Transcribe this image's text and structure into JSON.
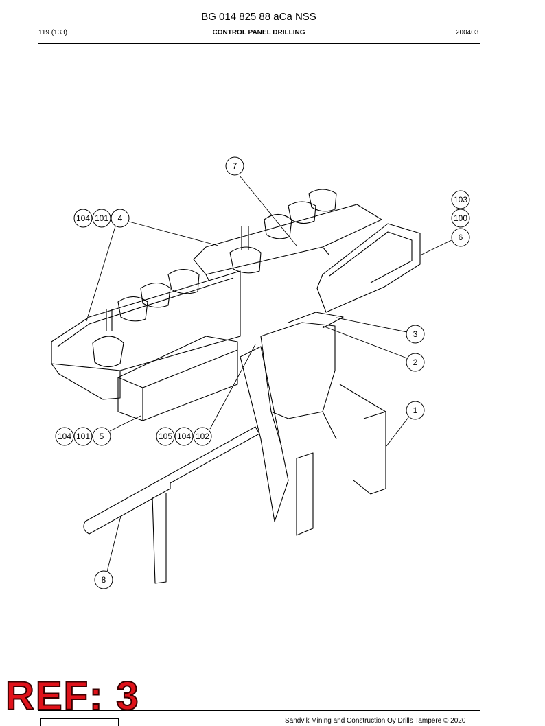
{
  "header": {
    "document_number": "BG 014 825 88 aCa NSS",
    "page": "119 (133)",
    "section_title": "CONTROL PANEL DRILLING",
    "date": "200403"
  },
  "footer": {
    "copyright": "Sandvik Mining and Construction Oy Drills Tampere © 2020"
  },
  "stamp": {
    "text": "REF: 3",
    "color": "#e0121a"
  },
  "callouts": {
    "c7": "7",
    "c103": "103",
    "c100": "100",
    "c6": "6",
    "c4": "4",
    "c104a": "104",
    "c101a": "101",
    "c3": "3",
    "c2": "2",
    "c1": "1",
    "c5": "5",
    "c104b": "104",
    "c101b": "101",
    "c105": "105",
    "c104c": "104",
    "c102": "102",
    "c8": "8"
  }
}
